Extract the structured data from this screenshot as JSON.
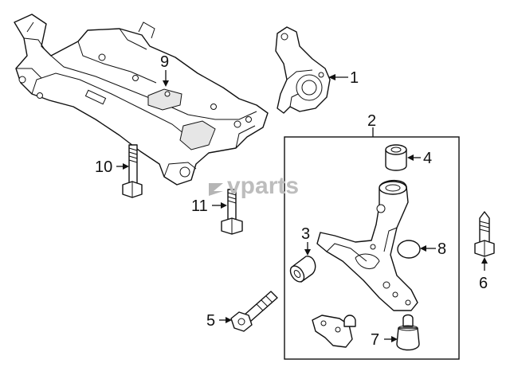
{
  "watermark": {
    "text": "vparts"
  },
  "callouts": {
    "c1": "1",
    "c2": "2",
    "c3": "3",
    "c4": "4",
    "c5": "5",
    "c6": "6",
    "c7": "7",
    "c8": "8",
    "c9": "9",
    "c10": "10",
    "c11": "11"
  },
  "icons": [
    "crossmember",
    "steering-knuckle",
    "lower-control-arm",
    "bushing",
    "ball-joint",
    "bolt",
    "dust-cap"
  ]
}
